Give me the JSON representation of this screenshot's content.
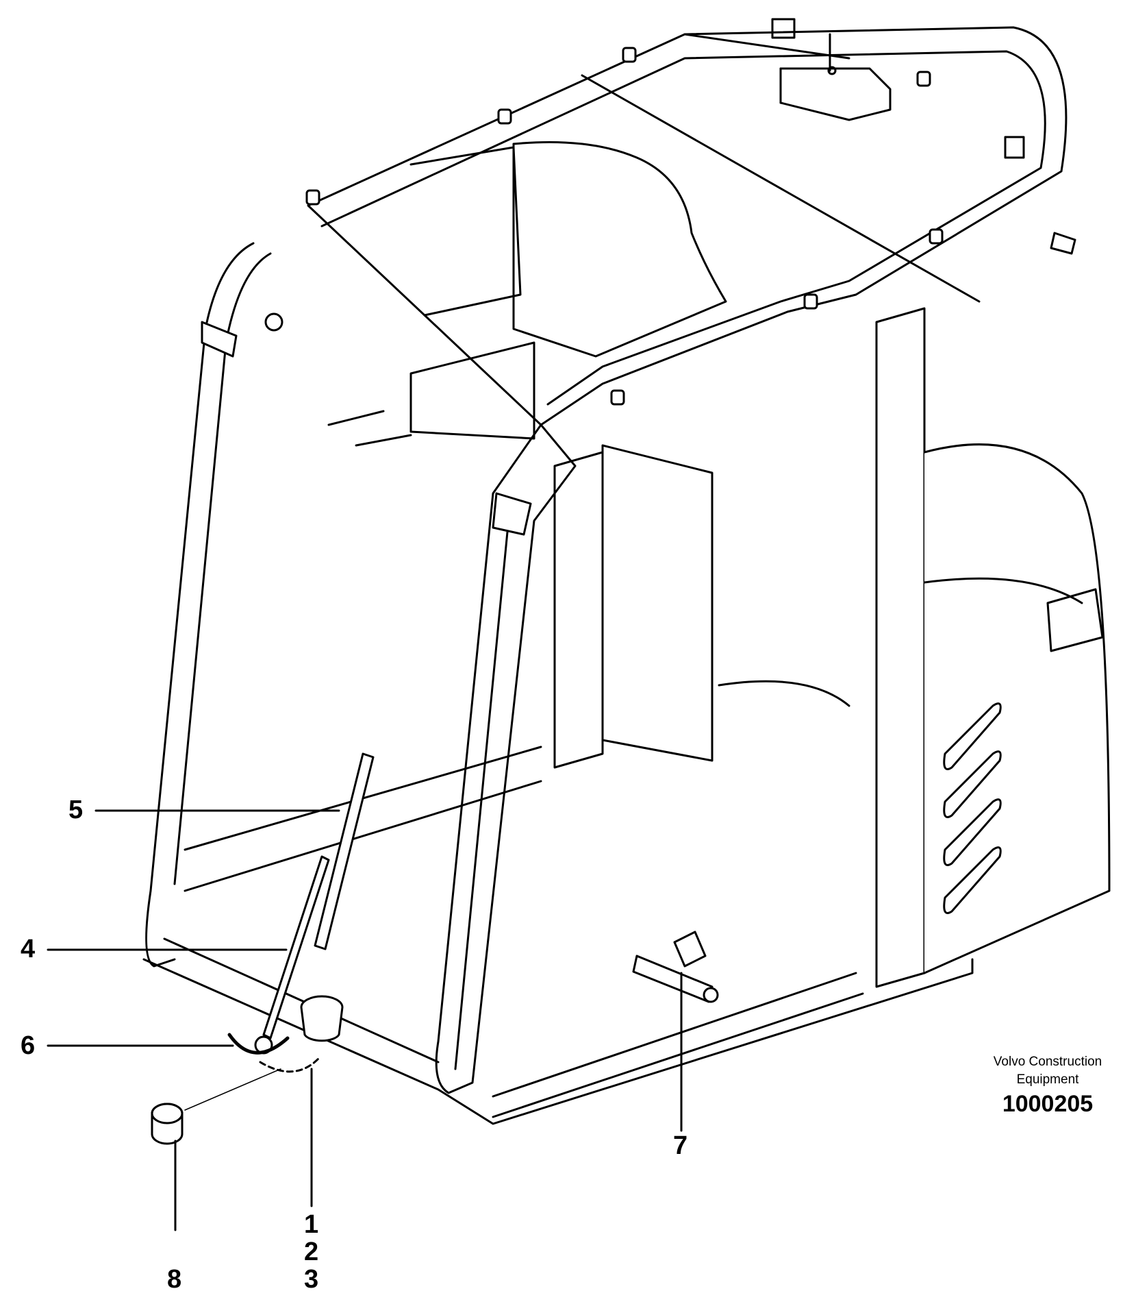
{
  "callouts": {
    "c1": "1",
    "c2": "2",
    "c3": "3",
    "c4": "4",
    "c5": "5",
    "c6": "6",
    "c7": "7",
    "c8": "8"
  },
  "caption": {
    "line1": "Volvo Construction",
    "line2": "Equipment",
    "number": "1000205"
  }
}
